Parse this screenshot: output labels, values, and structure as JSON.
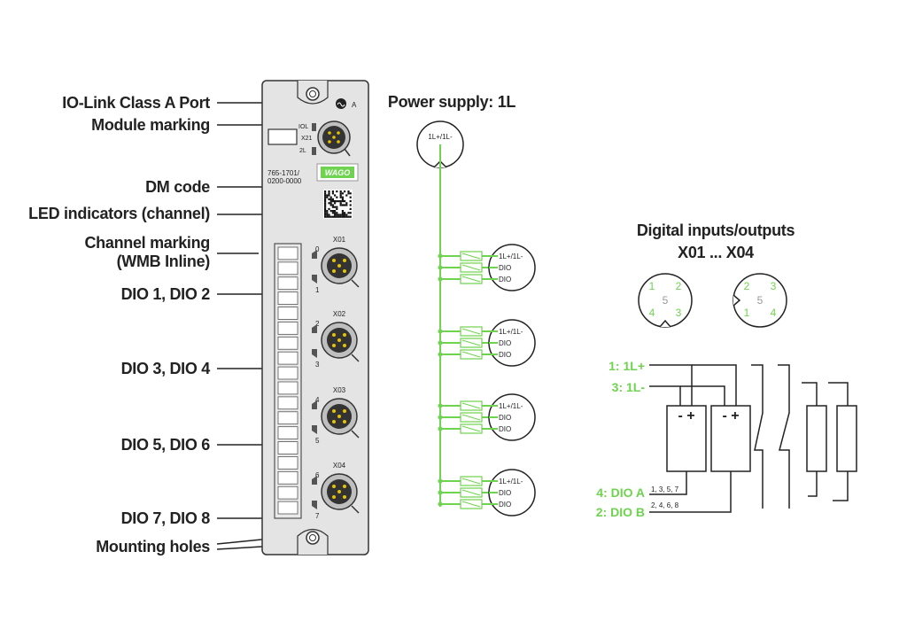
{
  "labels": {
    "iolink_port": "IO-Link Class A Port",
    "module_marking": "Module marking",
    "dm_code": "DM code",
    "led_indicators": "LED indicators (channel)",
    "channel_marking_1": "Channel marking",
    "channel_marking_2": "(WMB Inline)",
    "dio12": "DIO 1, DIO 2",
    "dio34": "DIO 3, DIO 4",
    "dio56": "DIO 5, DIO 6",
    "dio78": "DIO 7, DIO 8",
    "mounting_holes": "Mounting holes"
  },
  "module": {
    "port_a": "A",
    "iol": "IOL",
    "x21": "X21",
    "l2": "2L",
    "part_number_1": "765-1701/",
    "part_number_2": "0200-0000",
    "brand": "WAGO",
    "connectors": [
      {
        "name": "X01",
        "top_num": "0",
        "bot_num": "1"
      },
      {
        "name": "X02",
        "top_num": "2",
        "bot_num": "3"
      },
      {
        "name": "X03",
        "top_num": "4",
        "bot_num": "5"
      },
      {
        "name": "X04",
        "top_num": "6",
        "bot_num": "7"
      }
    ]
  },
  "power": {
    "title": "Power supply: 1L",
    "connector_label": "1L+/1L-",
    "outputs": [
      "1L+/1L-",
      "DIO",
      "DIO"
    ]
  },
  "dio": {
    "title_1": "Digital inputs/outputs",
    "title_2": "X01 ... X04",
    "pins_left": [
      "1",
      "2",
      "4",
      "3"
    ],
    "pins_right": [
      "2",
      "3",
      "1",
      "4"
    ],
    "center": "5",
    "lines": [
      "1: 1L+",
      "3: 1L-",
      "4: DIO A",
      "2: DIO B"
    ],
    "dio_a_pins": "1, 3, 5, 7",
    "dio_b_pins": "2, 4, 6, 8",
    "sensor_symbol": "- +"
  },
  "colors": {
    "green": "#6ed34e",
    "housing": "#e4e4e4",
    "dark": "#222222"
  }
}
